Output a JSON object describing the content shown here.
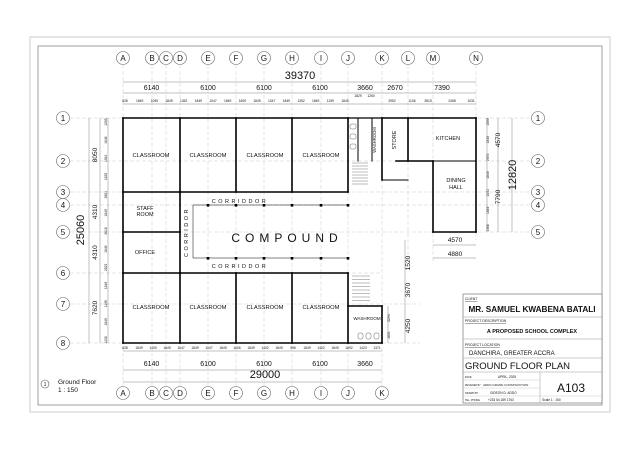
{
  "grid": {
    "columns_top": [
      "A",
      "B",
      "C",
      "D",
      "E",
      "F",
      "G",
      "H",
      "I",
      "J",
      "K",
      "L",
      "M",
      "N"
    ],
    "columns_bottom": [
      "A",
      "B",
      "C",
      "D",
      "E",
      "F",
      "G",
      "H",
      "I",
      "J",
      "K"
    ],
    "rows_left": [
      "1",
      "2",
      "3",
      "4",
      "5",
      "6",
      "7",
      "8"
    ],
    "rows_right": [
      "1",
      "2",
      "3",
      "4",
      "5"
    ]
  },
  "dimensions": {
    "top_overall": "39370",
    "top_bays": [
      "6140",
      "6100",
      "6100",
      "6100",
      "3660",
      "2670",
      "7390"
    ],
    "top_detail": [
      "828",
      "1849",
      "1095",
      "1849",
      "1352",
      "1849",
      "1047",
      "1849",
      "1609",
      "1849",
      "1047",
      "1849",
      "1352",
      "1849",
      "1199",
      "1849"
    ],
    "top_detail_right": [
      "2952",
      "1106",
      "2815",
      "2458",
      "1031"
    ],
    "top_washroom": [
      "1829",
      "1260"
    ],
    "bottom_overall": "29000",
    "bottom_bays": [
      "6140",
      "6100",
      "6100",
      "6100",
      "3660"
    ],
    "bottom_detail": [
      "828",
      "1849",
      "1400",
      "1849",
      "1047",
      "1849",
      "1047",
      "1849",
      "1606",
      "1849",
      "1402",
      "1849",
      "996",
      "1849",
      "1402",
      "1849",
      "1692",
      "1423",
      "1371"
    ],
    "left_overall": "25060",
    "left_bays": [
      "8050",
      "4310",
      "4310",
      "7620"
    ],
    "left_detail": [
      "1285",
      "1849",
      "1943",
      "1829",
      "2681",
      "1849",
      "2618",
      "1849",
      "2823",
      "1849",
      "1199",
      "1849",
      "1438"
    ],
    "right_overall": "12820",
    "right_bays": [
      "4570",
      "7790"
    ],
    "right_detail": [
      "1590",
      "1849",
      "2075",
      "1849",
      "2241",
      "1849",
      "1368"
    ],
    "dining_width": [
      "4570",
      "4880"
    ],
    "lower_right": [
      "1520",
      "3670",
      "4250"
    ],
    "washroom_lower": [
      "2294",
      "1651"
    ]
  },
  "rooms": {
    "classrooms_top": [
      "CLASSROOM",
      "CLASSROOM",
      "CLASSROOM",
      "CLASSROOM"
    ],
    "classrooms_bottom": [
      "CLASSROOM",
      "CLASSROOM",
      "CLASSROOM",
      "CLASSROOM"
    ],
    "washroom_top": "WASHROOM",
    "washroom_bottom": "WASHROOM",
    "store": "STORE",
    "kitchen": "KITCHEN",
    "dining_1": "DINING",
    "dining_2": "HALL",
    "staff_1": "STAFF",
    "staff_2": "ROOM",
    "office": "OFFICE",
    "corridor_top": "CORRIDDOR",
    "corridor_bottom": "CORRIDDOR",
    "corridor_vertical": "CORRIDOR",
    "compound": "COMPOUND"
  },
  "view_label": {
    "number": "1",
    "name": "Ground Floor",
    "scale": "1 : 150"
  },
  "title_block": {
    "client_label": "CLIENT",
    "client": "MR. SAMUEL KWABENA BATALI",
    "description_label": "PROJECT DESCRIPTION",
    "description": "A PROPOSED SCHOOL COMPLEX",
    "location_label": "PROJECT LOCATION",
    "location": "DANCHIRA, GREATER ACCRA",
    "sheet_title": "GROUND FLOOR PLAN",
    "date_label": "DATE",
    "date": "APRIL, 2025",
    "designed_label": "DESIGNED BY",
    "designed": "ADDO GRAND CONSTRUCTION",
    "drawn_label": "DRAWN BY",
    "drawn": "GIDEON D. ADDO",
    "phone_label": "TEL. PHONE",
    "phone": "+233 54 189 1763",
    "sheet_number": "A103",
    "scale": "Scale 1 : 150"
  }
}
